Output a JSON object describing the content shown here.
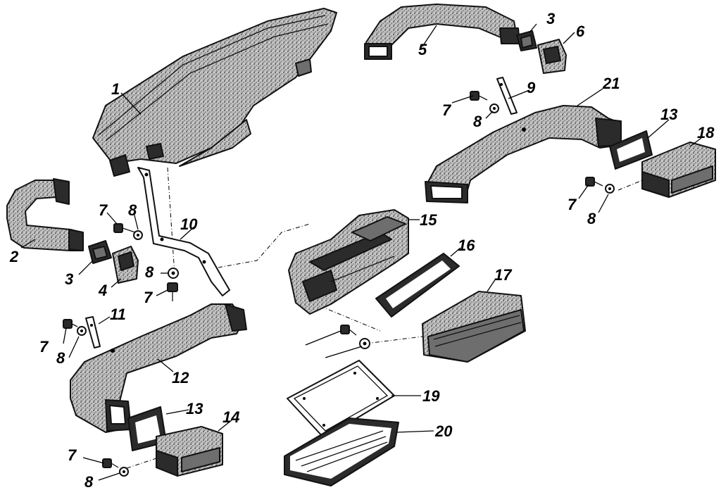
{
  "callouts": {
    "c1": "1",
    "c2": "2",
    "c3a": "3",
    "c3b": "3",
    "c4": "4",
    "c5": "5",
    "c6": "6",
    "c7a": "7",
    "c7b": "7",
    "c7c": "7",
    "c7d": "7",
    "c7e": "7",
    "c7f": "7",
    "c8a": "8",
    "c8b": "8",
    "c8c": "8",
    "c8d": "8",
    "c8e": "8",
    "c8f": "8",
    "c9": "9",
    "c10": "10",
    "c11": "11",
    "c12": "12",
    "c13a": "13",
    "c13b": "13",
    "c14": "14",
    "c15": "15",
    "c16": "16",
    "c17": "17",
    "c18": "18",
    "c19": "19",
    "c20": "20",
    "c21": "21"
  }
}
